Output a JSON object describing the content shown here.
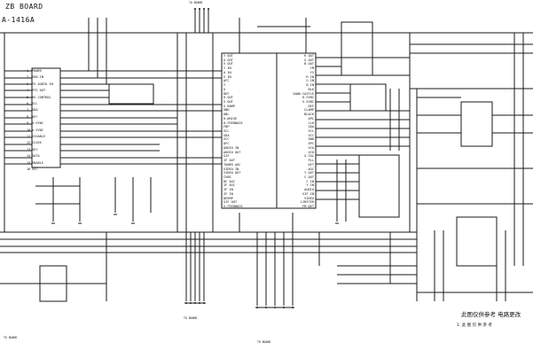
{
  "board_title": "ZB BOARD",
  "part_number": "A-1416A",
  "connectors": {
    "top": "TO BOARD",
    "bottom_left": "TO BOARD",
    "bottom_mid": "TO BOARD",
    "bottom_right": "TO BOARD"
  },
  "left_ic": {
    "pins": [
      {
        "name": "POWER",
        "num": "1"
      },
      {
        "name": "SUB-IN",
        "num": "2"
      },
      {
        "name": "TV AUDIO IN",
        "num": "3"
      },
      {
        "name": "MTS OUT",
        "num": "4"
      },
      {
        "name": "AV CONTROL",
        "num": "5"
      },
      {
        "name": "SCL",
        "num": "6"
      },
      {
        "name": "SDA",
        "num": "7"
      },
      {
        "name": "AFC",
        "num": "8"
      },
      {
        "name": "H-SYNC",
        "num": "9"
      },
      {
        "name": "V-SYNC",
        "num": "10"
      },
      {
        "name": "DISABLE",
        "num": "11"
      },
      {
        "name": "CLOCK",
        "num": "12"
      },
      {
        "name": "KEY",
        "num": "13"
      },
      {
        "name": "DATA",
        "num": "14"
      },
      {
        "name": "ENABLE",
        "num": "15"
      },
      {
        "name": "VCC",
        "num": "16"
      }
    ]
  },
  "center_ic": {
    "left_pins": [
      "Y OUT",
      "U OUT",
      "V OUT",
      "Y IN",
      "U IN",
      "V IN",
      "AFC",
      "Y",
      "U",
      "DEF",
      "H OUT",
      "V OUT",
      "V RAMP",
      "GND",
      "ABL",
      "H-DRIVE",
      "H-FEEDBACK",
      "FBP",
      "SCL",
      "SDA",
      "VCC",
      "AFC",
      "AUDIO IN",
      "AUDIO OUT",
      "SIF",
      "IF OUT",
      "TUNER AGC",
      "VIDEO IN",
      "VIDEO OUT",
      "CVBS",
      "RF AGC",
      "IF AGC",
      "IF IN",
      "IF IN",
      "DEEMP",
      "SIF OUT",
      "V-FEEDBACK"
    ],
    "right_pins": [
      "R OUT",
      "G OUT",
      "B OUT",
      "YM",
      "YS",
      "R IN",
      "G IN",
      "B IN",
      "BLK",
      "SAND CASTLE",
      "H-SYNC",
      "V-SYNC",
      "DEF",
      "CLAMP",
      "BLACK",
      "APL",
      "CLK",
      "SDA",
      "SCL",
      "VCC",
      "GND",
      "APC",
      "VCO",
      "VCO",
      "X-TAL",
      "PLL",
      "AFT",
      "AGC",
      "Y OUT",
      "C OUT",
      "C IN",
      "Y IN",
      "AUDIO",
      "SIF IN",
      "VIDEO",
      "LIMITER",
      "FM DET"
    ]
  },
  "note": {
    "heading": "此图仅供参考 电路更改",
    "line": "1. 此 图 仅 供 参 考"
  }
}
